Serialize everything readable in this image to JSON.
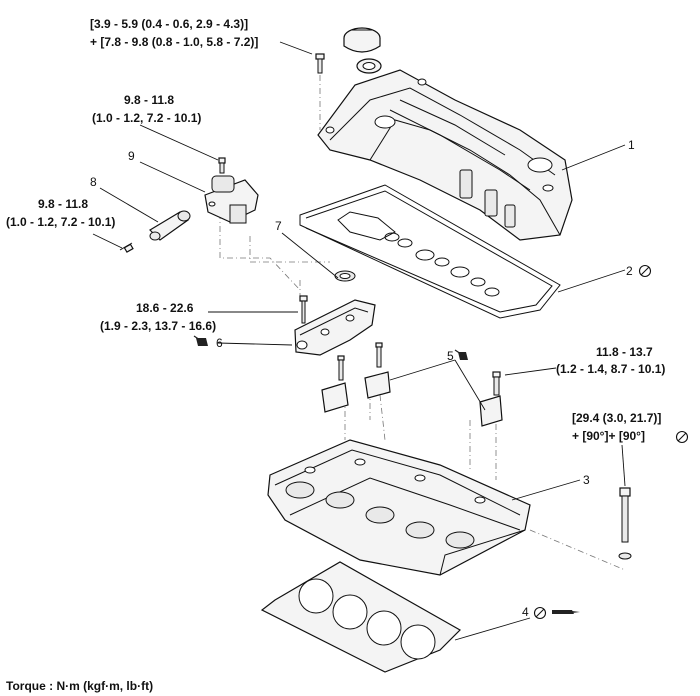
{
  "torque_labels": {
    "cover_bolt_line1": "[3.9 - 5.9 (0.4 - 0.6, 2.9 - 4.3)]",
    "cover_bolt_line2": "+ [7.8 - 9.8 (0.8 - 1.0, 5.8 - 7.2)]",
    "item9_line1": "9.8 - 11.8",
    "item9_line2": "(1.0 - 1.2, 7.2 - 10.1)",
    "item8_line1": "9.8 - 11.8",
    "item8_line2": "(1.0 - 1.2, 7.2 - 10.1)",
    "item6_line1": "18.6 - 22.6",
    "item6_line2": "(1.9 - 2.3, 13.7 - 16.6)",
    "item5_line1": "11.8 - 13.7",
    "item5_line2": "(1.2 - 1.4, 8.7 - 10.1)",
    "head_bolt_line1": "[29.4 (3.0, 21.7)]",
    "head_bolt_line2": "+ [90°]+ [90°]"
  },
  "callouts": {
    "c1": "1",
    "c2": "2",
    "c3": "3",
    "c4": "4",
    "c5": "5",
    "c6": "6",
    "c7": "7",
    "c8": "8",
    "c9": "9"
  },
  "footer": {
    "torque_units": "Torque : N·m (kgf·m, lb·ft)"
  },
  "icons": {
    "do_not_reuse": "no-reuse-symbol-icon",
    "sealant": "sealant-tube-icon",
    "oil": "oil-can-icon"
  }
}
